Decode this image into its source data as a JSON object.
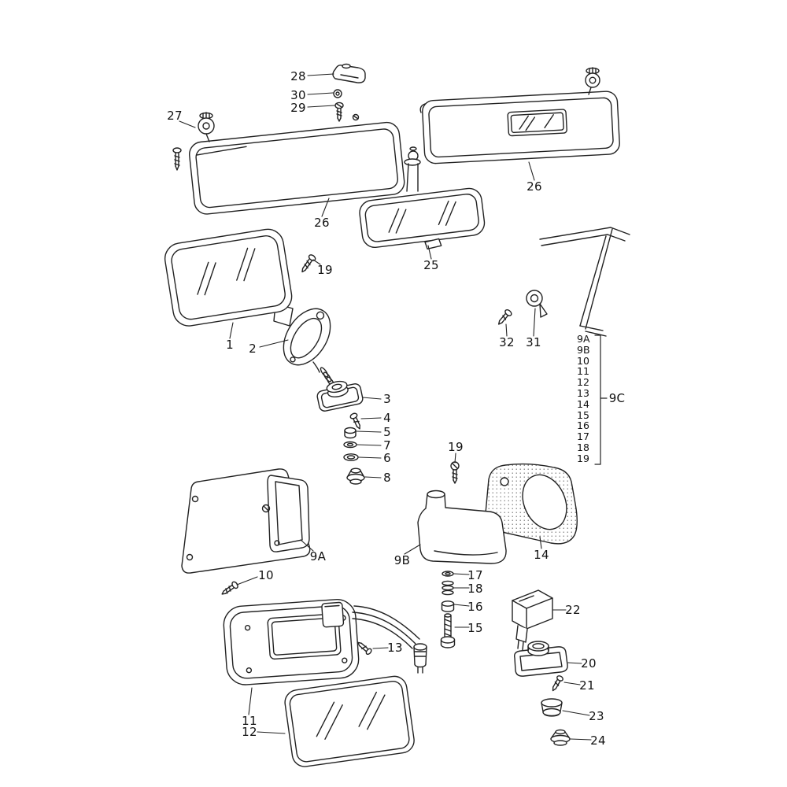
{
  "diagram": {
    "labels": {
      "part_28": "28",
      "part_30": "30",
      "part_29": "29",
      "part_27": "27",
      "visor_left": "26",
      "visor_right": "26",
      "part_25": "25",
      "part_1": "1",
      "part_2": "2",
      "part_19_upper": "19",
      "part_3": "3",
      "part_4": "4",
      "part_5": "5",
      "part_7": "7",
      "part_6": "6",
      "part_8": "8",
      "part_32": "32",
      "part_31": "31",
      "group_9c": "9C",
      "part_9a": "9A",
      "part_9b": "9B",
      "part_19_lower": "19",
      "part_14": "14",
      "part_10": "10",
      "part_17": "17",
      "part_18": "18",
      "part_16": "16",
      "part_15": "15",
      "part_22": "22",
      "part_20": "20",
      "part_21": "21",
      "part_23": "23",
      "part_24": "24",
      "part_13": "13",
      "part_11": "11",
      "part_12": "12"
    },
    "parts_list_9c": [
      "9A",
      "9B",
      "10",
      "11",
      "12",
      "13",
      "14",
      "15",
      "16",
      "17",
      "18",
      "19"
    ]
  }
}
